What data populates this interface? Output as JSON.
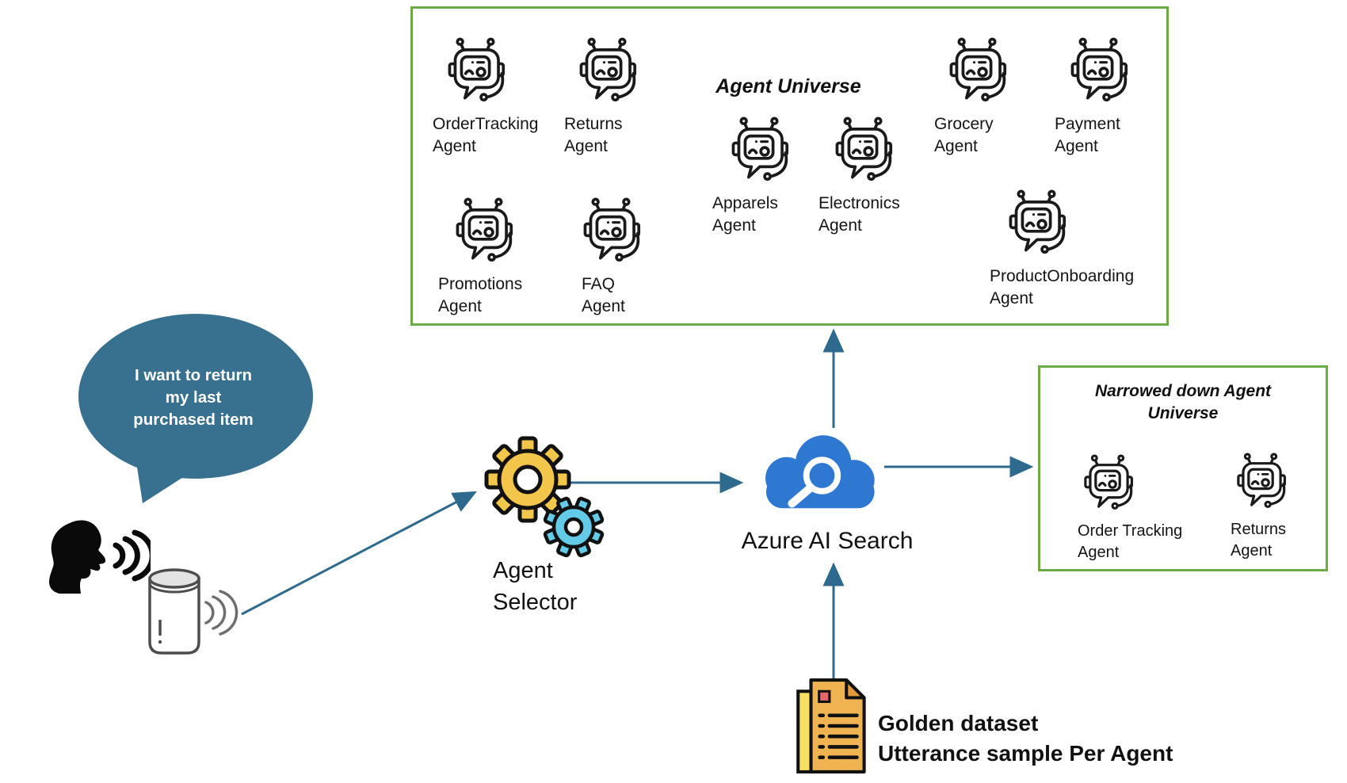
{
  "colors": {
    "accent_green": "#6aaa47",
    "arrow_blue": "#2e6a8e",
    "bubble_blue": "#38708f",
    "cloud_blue": "#2e78d2",
    "gear_yellow": "#f2c64b",
    "gear_cyan": "#63cbe8",
    "doc_front": "#efb352",
    "doc_back": "#f8e060",
    "doc_fold": "#e29a3b",
    "doc_mark_red": "#e2666b",
    "robot_line": "#1a1a1a"
  },
  "icons": {
    "robot": "robot-chatbot-icon",
    "gears": "gears-icon",
    "cloud_search": "cloud-search-icon",
    "documents": "documents-icon",
    "person": "person-speaking-icon",
    "speaker": "smart-speaker-icon"
  },
  "speech_bubble": {
    "text": "I want to return my last purchased item"
  },
  "agent_universe": {
    "title": "Agent Universe",
    "agents": [
      {
        "id": "ordertracking",
        "lines": [
          "OrderTracking",
          "Agent"
        ]
      },
      {
        "id": "returns",
        "lines": [
          "Returns",
          "Agent"
        ]
      },
      {
        "id": "grocery",
        "lines": [
          "Grocery",
          "Agent"
        ]
      },
      {
        "id": "payment",
        "lines": [
          "Payment",
          "Agent"
        ]
      },
      {
        "id": "apparels",
        "lines": [
          "Apparels",
          "Agent"
        ]
      },
      {
        "id": "electronics",
        "lines": [
          "Electronics",
          "Agent"
        ]
      },
      {
        "id": "promotions",
        "lines": [
          "Promotions",
          "Agent"
        ]
      },
      {
        "id": "faq",
        "lines": [
          "FAQ",
          "Agent"
        ]
      },
      {
        "id": "productonboarding",
        "lines": [
          "ProductOnboarding",
          "Agent"
        ]
      }
    ]
  },
  "narrowed_universe": {
    "title": "Narrowed down Agent Universe",
    "agents": [
      {
        "id": "order-tracking-n",
        "lines": [
          "Order Tracking",
          "Agent"
        ]
      },
      {
        "id": "returns-n",
        "lines": [
          "Returns",
          "Agent"
        ]
      }
    ]
  },
  "agent_selector": {
    "label": "Agent Selector"
  },
  "azure_search": {
    "label": "Azure AI Search"
  },
  "golden_dataset": {
    "label_line1": "Golden dataset",
    "label_line2": "Utterance sample Per Agent"
  }
}
